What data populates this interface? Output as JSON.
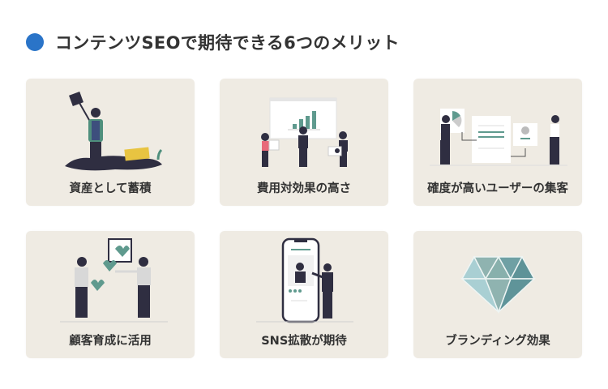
{
  "header": {
    "title": "コンテンツSEOで期待できる6つのメリット",
    "bullet_color": "#2a74c8"
  },
  "colors": {
    "card_bg": "#efebe3",
    "text": "#333333",
    "accent_teal": "#5f9a8e",
    "dark_figure": "#2f2e41"
  },
  "cards": [
    {
      "label": "資産として蓄積",
      "icon": "shovel-treasure-illustration"
    },
    {
      "label": "費用対効果の高さ",
      "icon": "growth-chart-team-illustration"
    },
    {
      "label": "確度が高いユーザーの集客",
      "icon": "targeted-users-illustration"
    },
    {
      "label": "顧客育成に活用",
      "icon": "customer-hearts-illustration"
    },
    {
      "label": "SNS拡散が期待",
      "icon": "smartphone-sns-illustration"
    },
    {
      "label": "ブランディング効果",
      "icon": "diamond-icon"
    }
  ]
}
